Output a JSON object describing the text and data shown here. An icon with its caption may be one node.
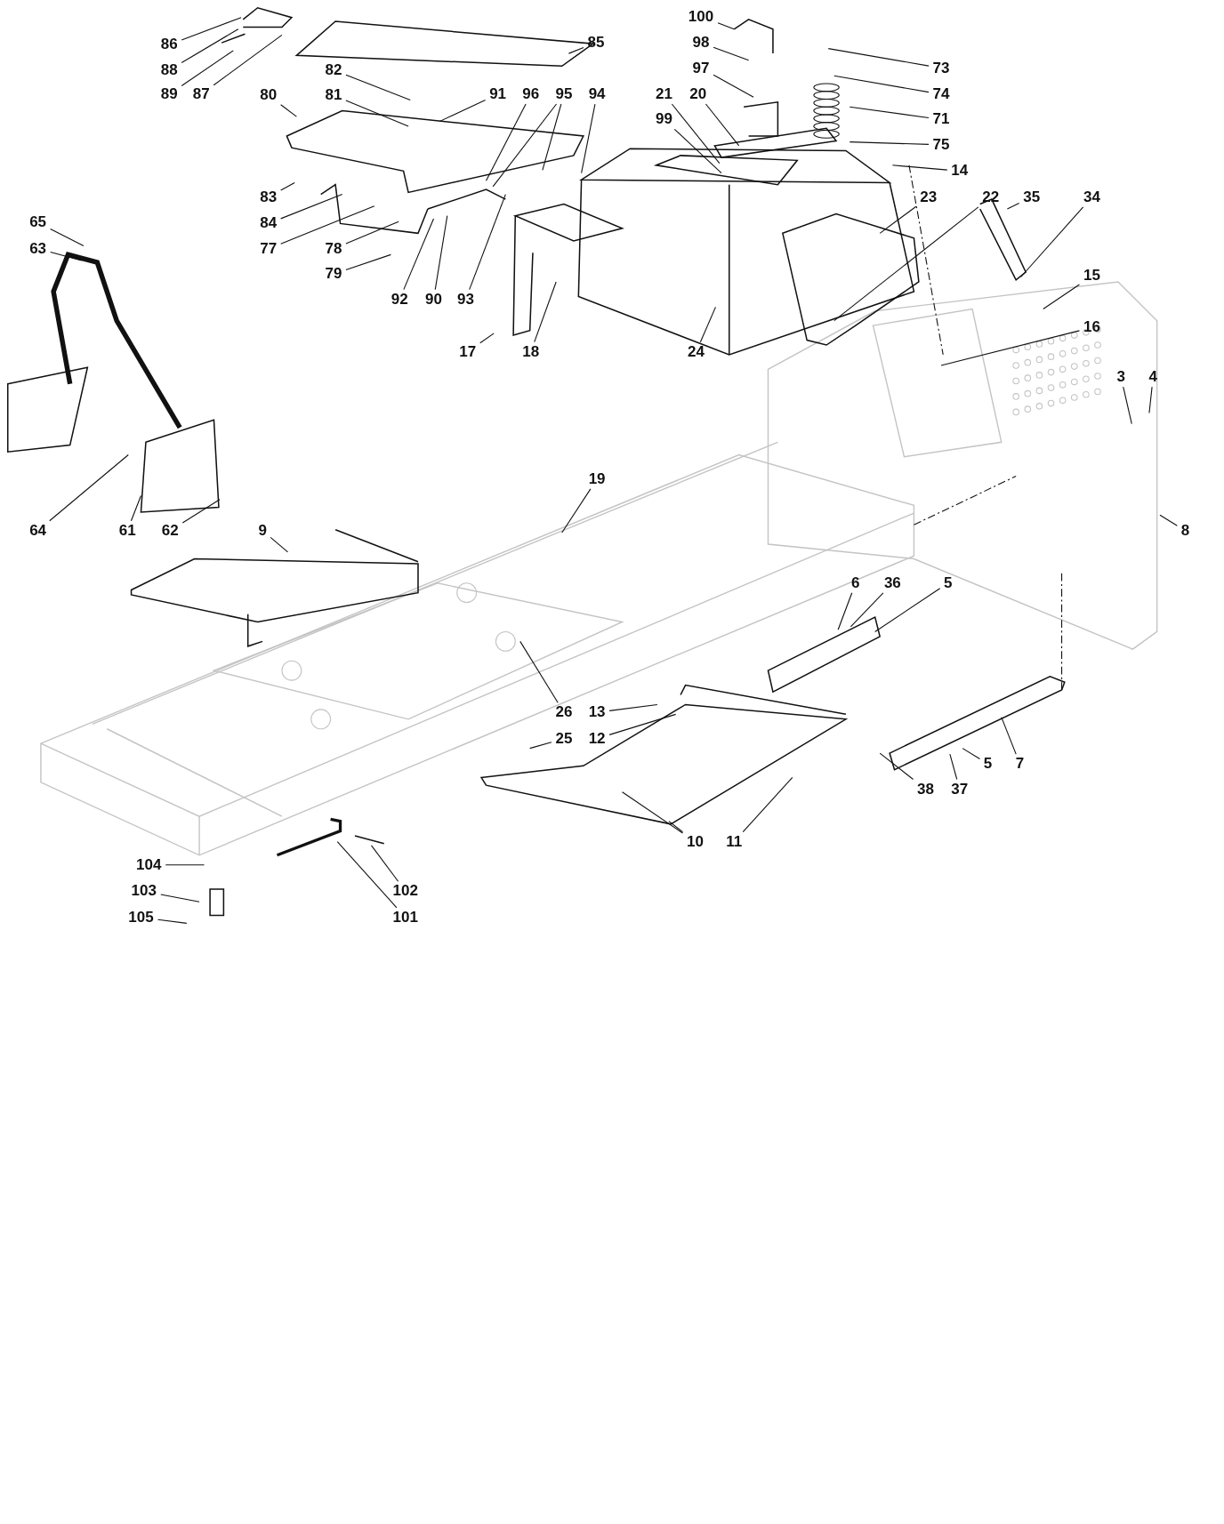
{
  "diagram": {
    "nodes": [
      {
        "text": [
          "86"
        ]
      },
      {
        "text": [
          "88"
        ]
      },
      {
        "text": [
          "89"
        ]
      },
      {
        "text": [
          "87"
        ]
      },
      {
        "text": [
          "85"
        ]
      },
      {
        "text": [
          "82"
        ]
      },
      {
        "text": [
          "81"
        ]
      },
      {
        "text": [
          "80"
        ]
      },
      {
        "text": [
          "91"
        ]
      },
      {
        "text": [
          "96"
        ]
      },
      {
        "text": [
          "95"
        ]
      },
      {
        "text": [
          "94"
        ]
      },
      {
        "text": [
          "100"
        ]
      },
      {
        "text": [
          "98"
        ]
      },
      {
        "text": [
          "97"
        ]
      },
      {
        "text": [
          "21"
        ]
      },
      {
        "text": [
          "20"
        ]
      },
      {
        "text": [
          "99"
        ]
      },
      {
        "text": [
          "73"
        ]
      },
      {
        "text": [
          "74"
        ]
      },
      {
        "text": [
          "71"
        ]
      },
      {
        "text": [
          "75"
        ]
      },
      {
        "text": [
          "14"
        ]
      },
      {
        "text": [
          "83"
        ]
      },
      {
        "text": [
          "84"
        ]
      },
      {
        "text": [
          "35"
        ]
      },
      {
        "text": [
          "34"
        ]
      },
      {
        "text": [
          "23"
        ]
      },
      {
        "text": [
          "22"
        ]
      },
      {
        "text": [
          "65"
        ]
      },
      {
        "text": [
          "63"
        ]
      },
      {
        "text": [
          "77"
        ]
      },
      {
        "text": [
          "78"
        ]
      },
      {
        "text": [
          "79"
        ]
      },
      {
        "text": [
          "15"
        ]
      },
      {
        "text": [
          "92"
        ]
      },
      {
        "text": [
          "90"
        ]
      },
      {
        "text": [
          "93"
        ]
      },
      {
        "text": [
          "16"
        ]
      },
      {
        "text": [
          "17"
        ]
      },
      {
        "text": [
          "18"
        ]
      },
      {
        "text": [
          "24"
        ]
      },
      {
        "text": [
          "3"
        ]
      },
      {
        "text": [
          "4"
        ]
      },
      {
        "text": [
          "19"
        ]
      },
      {
        "text": [
          "64"
        ]
      },
      {
        "text": [
          "61"
        ]
      },
      {
        "text": [
          "62"
        ]
      },
      {
        "text": [
          "9"
        ]
      },
      {
        "text": [
          "8"
        ]
      },
      {
        "text": [
          "6"
        ]
      },
      {
        "text": [
          "36"
        ]
      },
      {
        "text": [
          "5"
        ]
      },
      {
        "text": [
          "26"
        ]
      },
      {
        "text": [
          "13"
        ]
      },
      {
        "text": [
          "25"
        ]
      },
      {
        "text": [
          "12"
        ]
      },
      {
        "text": [
          "5"
        ]
      },
      {
        "text": [
          "7"
        ]
      },
      {
        "text": [
          "38"
        ]
      },
      {
        "text": [
          "37"
        ]
      },
      {
        "text": [
          "10"
        ]
      },
      {
        "text": [
          "11"
        ]
      },
      {
        "text": [
          "104"
        ]
      },
      {
        "text": [
          "103"
        ]
      },
      {
        "text": [
          "102"
        ]
      },
      {
        "text": [
          "105"
        ]
      },
      {
        "text": [
          "101"
        ]
      }
    ],
    "edges": [
      {
        "from": 0,
        "to": null,
        "arrow": "none"
      },
      {
        "from": 1,
        "to": null,
        "arrow": "none"
      },
      {
        "from": 2,
        "to": null,
        "arrow": "none"
      },
      {
        "from": 3,
        "to": null,
        "arrow": "none"
      },
      {
        "from": 4,
        "to": null,
        "arrow": "none"
      },
      {
        "from": 5,
        "to": null,
        "arrow": "none"
      },
      {
        "from": 6,
        "to": null,
        "arrow": "none"
      },
      {
        "from": 7,
        "to": null,
        "arrow": "none"
      },
      {
        "from": 8,
        "to": null,
        "arrow": "none"
      },
      {
        "from": 9,
        "to": null,
        "arrow": "none"
      },
      {
        "from": 10,
        "to": null,
        "arrow": "none"
      },
      {
        "from": 10,
        "to": null,
        "arrow": "none"
      },
      {
        "from": 11,
        "to": null,
        "arrow": "none"
      },
      {
        "from": 12,
        "to": null,
        "arrow": "none"
      },
      {
        "from": 13,
        "to": null,
        "arrow": "none"
      },
      {
        "from": 14,
        "to": null,
        "arrow": "none"
      },
      {
        "from": 15,
        "to": null,
        "arrow": "none"
      },
      {
        "from": 16,
        "to": null,
        "arrow": "none"
      },
      {
        "from": 17,
        "to": null,
        "arrow": "none"
      },
      {
        "from": 18,
        "to": null,
        "arrow": "none"
      },
      {
        "from": 19,
        "to": null,
        "arrow": "none"
      },
      {
        "from": 20,
        "to": null,
        "arrow": "none"
      },
      {
        "from": 21,
        "to": null,
        "arrow": "none"
      },
      {
        "from": 22,
        "to": null,
        "arrow": "none"
      },
      {
        "from": 23,
        "to": null,
        "arrow": "none"
      },
      {
        "from": 24,
        "to": null,
        "arrow": "none"
      },
      {
        "from": 25,
        "to": null,
        "arrow": "none"
      },
      {
        "from": 26,
        "to": null,
        "arrow": "none"
      },
      {
        "from": 27,
        "to": null,
        "arrow": "none"
      },
      {
        "from": 28,
        "to": null,
        "arrow": "none"
      },
      {
        "from": 29,
        "to": null,
        "arrow": "none"
      },
      {
        "from": 30,
        "to": null,
        "arrow": "none"
      },
      {
        "from": 31,
        "to": null,
        "arrow": "none"
      },
      {
        "from": 32,
        "to": null,
        "arrow": "none"
      },
      {
        "from": 33,
        "to": null,
        "arrow": "none"
      },
      {
        "from": 34,
        "to": null,
        "arrow": "none"
      },
      {
        "from": 35,
        "to": null,
        "arrow": "none"
      },
      {
        "from": 36,
        "to": null,
        "arrow": "none"
      },
      {
        "from": 37,
        "to": null,
        "arrow": "none"
      },
      {
        "from": 38,
        "to": null,
        "arrow": "none"
      },
      {
        "from": 39,
        "to": null,
        "arrow": "none"
      },
      {
        "from": 40,
        "to": null,
        "arrow": "none"
      },
      {
        "from": 41,
        "to": null,
        "arrow": "none"
      },
      {
        "from": 42,
        "to": null,
        "arrow": "none"
      },
      {
        "from": 43,
        "to": null,
        "arrow": "none"
      },
      {
        "from": 44,
        "to": null,
        "arrow": "none"
      },
      {
        "from": 45,
        "to": null,
        "arrow": "none"
      },
      {
        "from": 46,
        "to": null,
        "arrow": "none"
      },
      {
        "from": 47,
        "to": null,
        "arrow": "none"
      },
      {
        "from": 48,
        "to": null,
        "arrow": "none"
      },
      {
        "from": 49,
        "to": null,
        "arrow": "none"
      },
      {
        "from": 50,
        "to": null,
        "arrow": "none"
      },
      {
        "from": 51,
        "to": null,
        "arrow": "none"
      },
      {
        "from": 52,
        "to": null,
        "arrow": "none"
      },
      {
        "from": 53,
        "to": null,
        "arrow": "none"
      },
      {
        "from": 54,
        "to": null,
        "arrow": "none"
      },
      {
        "from": 55,
        "to": null,
        "arrow": "none"
      },
      {
        "from": 56,
        "to": null,
        "arrow": "none"
      },
      {
        "from": 57,
        "to": null,
        "arrow": "none"
      },
      {
        "from": 58,
        "to": null,
        "arrow": "none"
      },
      {
        "from": 59,
        "to": null,
        "arrow": "none"
      },
      {
        "from": 60,
        "to": null,
        "arrow": "none"
      },
      {
        "from": 61,
        "to": null,
        "arrow": "none"
      },
      {
        "from": 61,
        "to": null,
        "arrow": "none"
      },
      {
        "from": 62,
        "to": null,
        "arrow": "none"
      },
      {
        "from": 63,
        "to": null,
        "arrow": "none"
      },
      {
        "from": 64,
        "to": null,
        "arrow": "none"
      },
      {
        "from": 65,
        "to": null,
        "arrow": "none"
      },
      {
        "from": 66,
        "to": null,
        "arrow": "none"
      },
      {
        "from": 67,
        "to": null,
        "arrow": "none"
      }
    ]
  }
}
